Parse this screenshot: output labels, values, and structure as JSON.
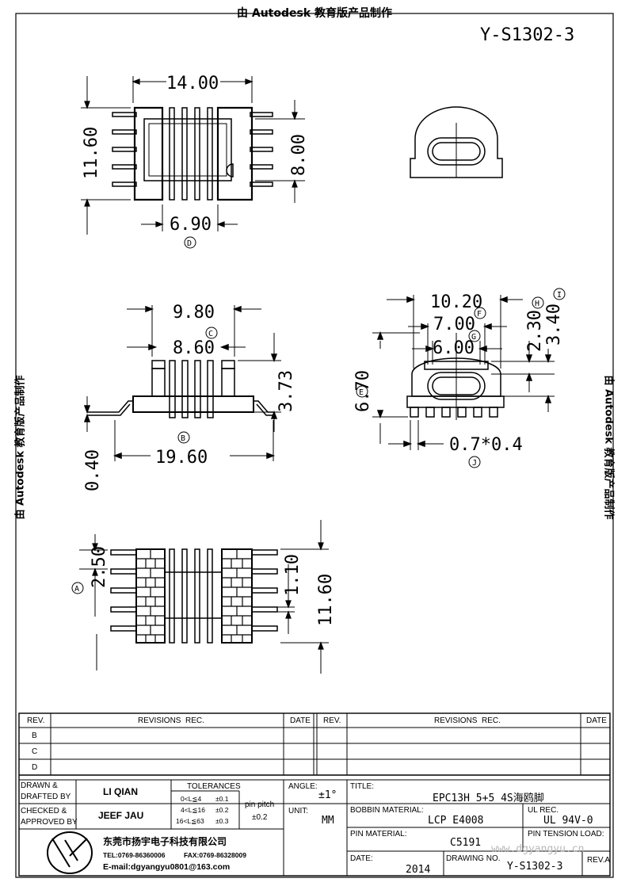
{
  "watermark": "由 Autodesk 教育版产品制作",
  "drawing_no_top": "Y-S1302-3",
  "dims": {
    "top_width": "14.00",
    "top_height": "11.60",
    "top_inner": "8.00",
    "top_pitch": "6.90",
    "mark_d": "D",
    "side_w1": "9.80",
    "side_w2": "8.60",
    "mark_c": "C",
    "side_h": "3.73",
    "side_len": "19.60",
    "side_thick": "0.40",
    "mark_b": "B",
    "r_w1": "10.20",
    "r_w2": "7.00",
    "r_w3": "6.00",
    "r_h1": "2.30",
    "r_h2": "3.40",
    "r_h3": "6.70",
    "r_pin": "0.7*0.4",
    "mark_e": "E",
    "mark_f": "F",
    "mark_g": "G",
    "mark_h": "H",
    "mark_i": "I",
    "mark_j": "J",
    "b_h1": "2.50",
    "b_h2": "1.10",
    "b_h3": "11.60",
    "mark_a": "A"
  },
  "revisions": {
    "col_rev": "REV.",
    "col_revisions": "REVISIONS",
    "col_rec": "REC.",
    "col_date": "DATE",
    "rows": [
      "B",
      "C",
      "D"
    ]
  },
  "title_block": {
    "drawn_label": "DRAWN &\nDRAFTED BY",
    "drawn_label_1": "DRAWN &",
    "drawn_label_2": "DRAFTED BY",
    "drawn_by": "LI QIAN",
    "checked_label_1": "CHECKED &",
    "checked_label_2": "APPROVED BY",
    "checked_by": "JEEF JAU",
    "tolerances_label": "TOLERANCES",
    "tol_1": "0<L≦4",
    "tol_1v": "±0.1",
    "tol_2": "4<L≦16",
    "tol_2v": "±0.2",
    "tol_3": "16<L≦63",
    "tol_3v": "±0.3",
    "pin_pitch_label": "pin pitch",
    "pin_pitch": "±0.2",
    "angle_label": "ANGLE:",
    "angle": "±1°",
    "unit_label": "UNIT:",
    "unit": "MM",
    "title_label": "TITLE:",
    "title": "EPC13H 5+5 4S海鸥脚",
    "bobbin_label": "BOBBIN MATERIAL:",
    "bobbin": "LCP E4008",
    "ul_label": "UL REC.",
    "ul": "UL 94V-0",
    "pin_material_label": "PIN MATERIAL:",
    "pin_material": "C5191",
    "pin_tension_label": "PIN TENSION LOAD:",
    "date_label": "DATE:",
    "date": "2014",
    "drawing_no_label": "DRAWING NO.",
    "drawing_no": "Y-S1302-3",
    "rev_label": "REV.A",
    "company": "东莞市扬宇电子科技有限公司",
    "tel": "TEL:0769-86360006",
    "fax": "FAX:0769-86328009",
    "email": "E-mail:dgyangyu0801@163.com",
    "website": "www.dgyangyu.cn"
  }
}
